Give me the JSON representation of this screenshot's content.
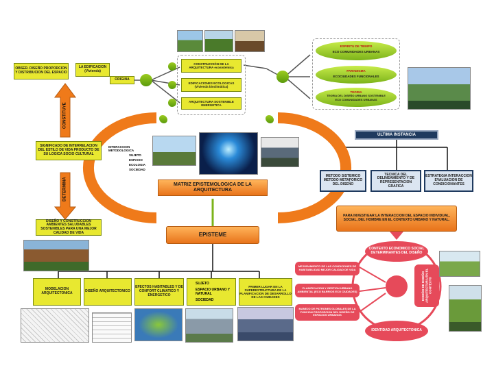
{
  "left": {
    "box_top_left": "OBSER. DISEÑO PROPORCION Y DISTRIBUCION DEL ESPACIO",
    "box_top_right": "LA EDIFICACION (Vivienda)",
    "vertical_up": "CONSTITUYE",
    "box_mid": "SIGNIFICADO DE INTERRELACION DEL ESTILO DE VIDA PRODUCTO DE SU LOGICA SOCIO CULTURAL",
    "vertical_down": "DETERMINA",
    "box_bottom": "DISEÑO Y CONSTRUCCION AMBIENTES SALUDABLES SOSTENIBLES PARA UNA MEJOR CALIDAD DE VIDA"
  },
  "origin": {
    "label": "ORIGINA",
    "items": [
      "CONSTRUCCIÓN DE LA ARQUITECTURA ecosistémica",
      "EDIFICACIONES ECOLOGICAS (Vivienda bioclimática)",
      "ARQUITECTURA SOSTENIBLE ENERGETICA"
    ]
  },
  "right_top": [
    {
      "title": "ESPIRITU DE TIEMPO",
      "sub": "ECO COMUNIDADES URBANAS"
    },
    {
      "title": "PARADIGMA",
      "sub": "ECOCIUDADES FUNCIONALES"
    },
    {
      "title": "TEORIA",
      "sub": "TEORIA DEL DISEÑO URBANO SOSTENIBLE",
      "sub2": "ECO COMUNIDADES URBANAS"
    }
  ],
  "center": {
    "methods_title": "INTERACCION METODOLOGICA",
    "methods": [
      "SUJETO",
      "ESPACIO",
      "ECOLOGIA",
      "SOCIEDAD"
    ],
    "matrix": "MATRIZ EPISTEMOLOGICA DE LA ARQUITECTURA",
    "episteme": "EPISTEME"
  },
  "instance": {
    "title": "ULTIMA INSTANCIA",
    "items": [
      "METODO SISTEMICO METODO METAFORICO DEL DISEÑO",
      "TECNICA DEL DELINEAMIENTO Y DE REPRESENTACION GRAFICA",
      "ESTRATEGIA INTERACCION EVALUACION DE CONDICIONANTES"
    ],
    "investigate": "PARA INVESTIGAR LA INTERACCION DEL ESPACIO INDIVIDUAL, SOCIAL, DEL HOMBRE EN EL CONTEXTO URBANO Y NATURAL."
  },
  "cycle": {
    "top": "CONTEXTO ECONOMICO SOCIAL DETERMINANTES DEL DISEÑO",
    "right": "DISEÑO DE DISEÑO ARQUITECTURA EN EL CONTEXTO",
    "bottom": "IDENTIDAD ARQUITECTONICA",
    "notes": [
      "MEJORAMIENTO DE LAS CONDICIONES DE HABITABILIDAD MEJOR CALIDAD DE VIDA",
      "PLANIFICACION Y GESTION URBANO AMBIENTAL (ECO BARRIOS ECO CIUDADES)",
      "MANEJO DE PATRONES GLOBALES DE LA FUNCION PROPORCION DEL DISEÑO DE ESPACIOS URBANOS"
    ]
  },
  "bottom_row": [
    "MODELACION ARQUITECTONICA",
    "DISEÑO ARQUITECTONICO",
    "EFECTOS HABITABLES Y DE CONFORT CLIMATICO Y ENERGETICO",
    "",
    "PRIMER LUGAR EN LA SUPERESTRUCTURA DE LA PLANIFICACION DE DESARROLLO DE LAS CIUDADES"
  ],
  "bottom_list": [
    "SUJETO",
    "ESPACIO URBANO Y NATURAL",
    "SOCIEDAD"
  ],
  "colors": {
    "yellow": "#e8e830",
    "green": "#7cb31a",
    "orange": "#ef7a1a",
    "navy": "#1f3a5f",
    "pink": "#e64a5a"
  }
}
